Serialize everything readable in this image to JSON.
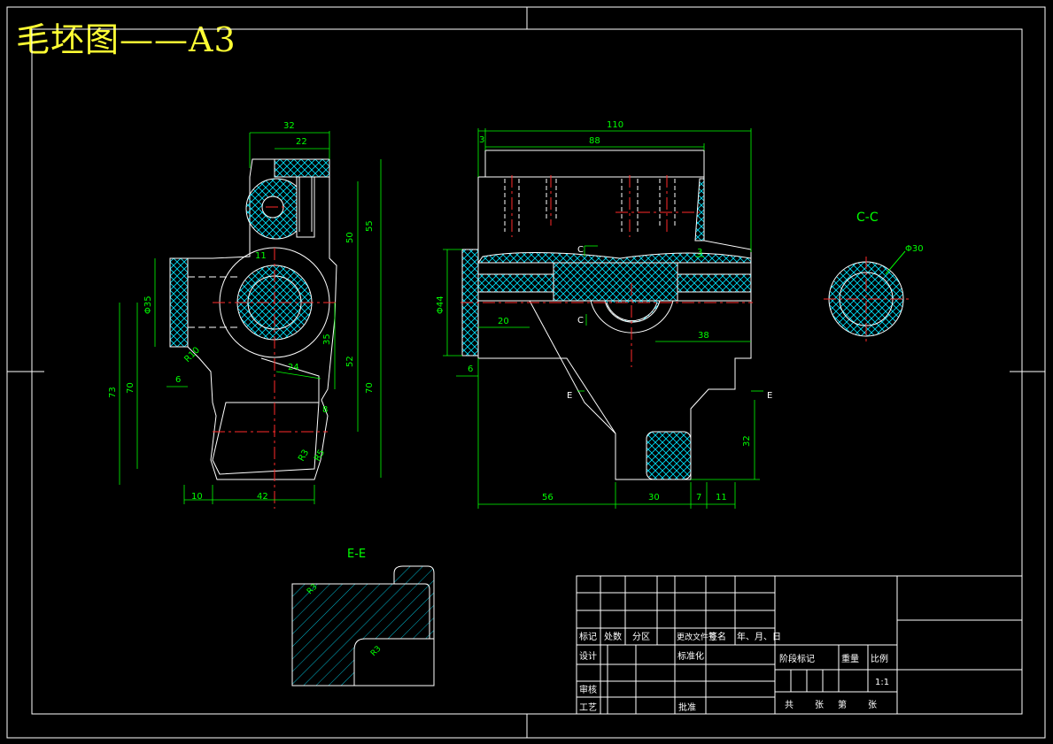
{
  "title": "毛坯图——A3",
  "colors": {
    "outline": "#ffffff",
    "dimension": "#00ff00",
    "hatch": "#00e5ff",
    "center": "#ff2a2a",
    "title": "#ffff33"
  },
  "sections": {
    "cc": "C-C",
    "ee": "E-E",
    "c_mark": "C",
    "e_mark": "E"
  },
  "left_view_dims": {
    "d32": "32",
    "d22": "22",
    "d55": "55",
    "d50": "50",
    "d11": "11",
    "d35": "35",
    "d52": "52",
    "d24": "24",
    "d70r": "70",
    "d8": "8",
    "dphi35": "Φ35",
    "r10": "R10",
    "d6": "6",
    "d73": "73",
    "d70l": "70",
    "d10": "10",
    "d42": "42",
    "r3": "R3",
    "r5": "R5"
  },
  "front_view_dims": {
    "d110": "110",
    "d3": "3",
    "d88": "88",
    "dphi44": "Φ44",
    "d20": "20",
    "d6": "6",
    "d3b": "3",
    "d38": "38",
    "d56": "56",
    "d30": "30",
    "d7": "7",
    "d11": "11",
    "d32": "32"
  },
  "cc_dims": {
    "phi30": "Φ30"
  },
  "ee_dims": {
    "r3a": "R3",
    "r3b": "R3"
  },
  "title_block": {
    "header": [
      "标记",
      "处数",
      "分区",
      "更改文件号",
      "签名",
      "年、月、日"
    ],
    "design": "设计",
    "standard": "标准化",
    "review": "审核",
    "process": "工艺",
    "approve": "批准",
    "stage": "阶段标记",
    "weight": "重量",
    "scale_label": "比例",
    "scale": "1:1",
    "total": "共",
    "sheets": "张",
    "page": "第",
    "sheet_end": "张"
  }
}
